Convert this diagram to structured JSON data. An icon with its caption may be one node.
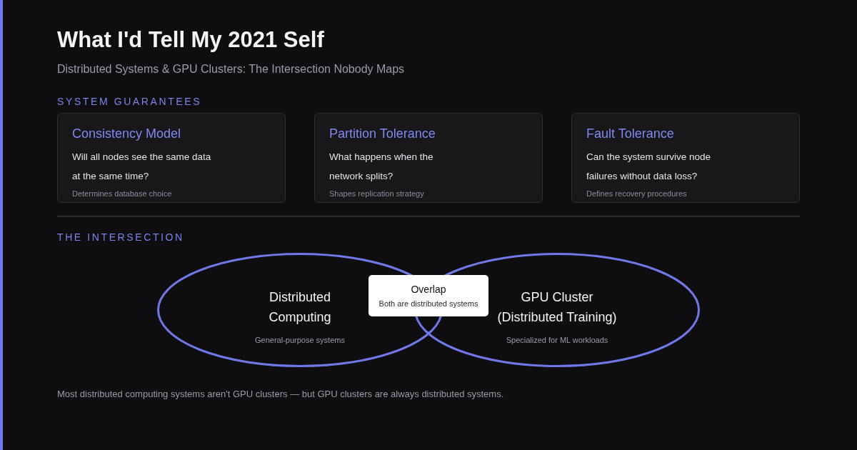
{
  "diagram": {
    "title": "What I'd Tell My 2021 Self",
    "caption": "Most distributed computing systems aren't GPU clusters — but GPU clusters are always distributed systems.",
    "nodes": [
      {
        "text": [
          "Consistency Model",
          "Will all nodes see the same data at the same time?",
          "Determines database choice"
        ]
      },
      {
        "text": [
          "Partition Tolerance",
          "What happens when the network splits?",
          "Shapes replication strategy"
        ]
      },
      {
        "text": [
          "Fault Tolerance",
          "Can the system survive node failures without data loss?",
          "Defines recovery procedures"
        ]
      },
      {
        "text": [
          "Distributed Computing",
          "General-purpose systems"
        ]
      },
      {
        "text": [
          "GPU Cluster (Distributed Training)",
          "Specialized for ML workloads"
        ]
      },
      {
        "text": [
          "Overlap",
          "Both are distributed systems"
        ]
      }
    ],
    "labels": [
      "Distributed Systems & GPU Clusters: The Intersection Nobody Maps",
      "SYSTEM GUARANTEES",
      "THE INTERSECTION"
    ]
  }
}
